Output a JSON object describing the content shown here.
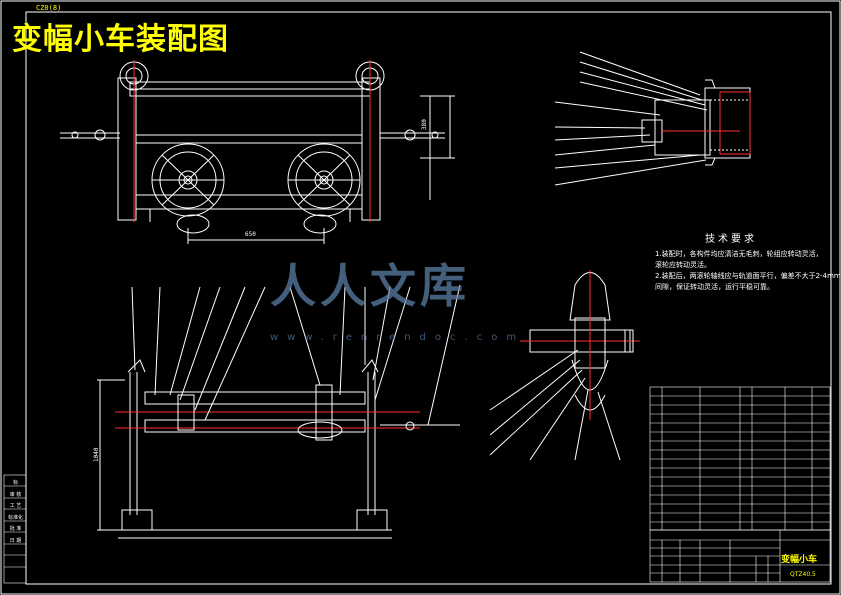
{
  "drawing": {
    "title": "变幅小车装配图",
    "top_tag": "CZ0(8)",
    "tech_req_title": "技术要求",
    "tech_req_lines": [
      "1.装配时，各构件均应清洁无毛刺，轮组应转动灵活，",
      "  滚轮应转动灵活。",
      "2.装配后，两滚轮轴线应与轨道面平行，偏差不大于2-4mm",
      "  间隙，保证转动灵活，运行平稳可靠。"
    ],
    "dimensions": {
      "height_label": "380",
      "width_label": "650",
      "bottom_height_label": "1040"
    },
    "watermark": {
      "text": "人人文库",
      "url": "www.renrendoc.com"
    },
    "title_block": {
      "name": "变幅小车",
      "code": "QTZ40.5"
    },
    "sign_column": [
      "标",
      "审 核",
      "工 艺",
      "标准化",
      "批 准",
      "日 期"
    ]
  },
  "colors": {
    "background": "#000000",
    "lines": "#ffffff",
    "accent": "#ffff00",
    "hidden": "#ff3030",
    "watermark": "#5a7fa6"
  }
}
